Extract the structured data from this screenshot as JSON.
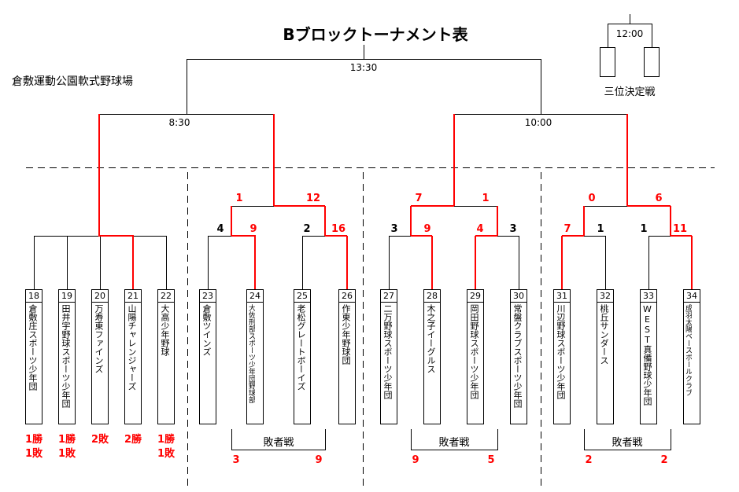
{
  "title": "Bブロックトーナメント表",
  "venue": "倉敷運動公園軟式野球場",
  "third_place": {
    "time": "12:00",
    "label": "三位決定戦"
  },
  "times": {
    "final": "13:30",
    "semi_left": "8:30",
    "semi_right": "10:00"
  },
  "consolation_label": "敗者戦",
  "colors": {
    "winner_path": "#ff0000",
    "line": "#000000"
  },
  "teams": [
    {
      "no": "18",
      "name": "倉敷庄スポーツ少年団",
      "record1": "1勝",
      "record2": "1敗"
    },
    {
      "no": "19",
      "name": "田井宇野球スポーツ少年団",
      "record1": "1勝",
      "record2": "1敗"
    },
    {
      "no": "20",
      "name": "万寿東ファインズ",
      "record1": "2敗",
      "record2": ""
    },
    {
      "no": "21",
      "name": "山陽チャレンジャーズ",
      "record1": "2勝",
      "record2": ""
    },
    {
      "no": "22",
      "name": "大高少年野球",
      "record1": "1勝",
      "record2": "1敗"
    },
    {
      "no": "23",
      "name": "倉敷ツインズ"
    },
    {
      "no": "24",
      "name": "大佐刑部スポーツ少年団野球部"
    },
    {
      "no": "25",
      "name": "老松グレートボーイズ"
    },
    {
      "no": "26",
      "name": "作東少年野球団"
    },
    {
      "no": "27",
      "name": "二万野球スポーツ少年団"
    },
    {
      "no": "28",
      "name": "木之子イーグルス"
    },
    {
      "no": "29",
      "name": "岡田野球スポーツ少年団"
    },
    {
      "no": "30",
      "name": "常盤クラブスポーツ少年団"
    },
    {
      "no": "31",
      "name": "川辺野球スポーツ少年団"
    },
    {
      "no": "32",
      "name": "桃丘サンダース"
    },
    {
      "no": "33",
      "name": "WEST真備野球少年団"
    },
    {
      "no": "34",
      "name": "成羽太陽ベースボールクラブ"
    }
  ],
  "scores": {
    "b_r1": [
      "4",
      "9",
      "2",
      "16"
    ],
    "b_qf": [
      "1",
      "12"
    ],
    "b_consolation": [
      "3",
      "9"
    ],
    "c_r1": [
      "3",
      "9",
      "4",
      "3"
    ],
    "c_qf": [
      "7",
      "1"
    ],
    "c_consolation": [
      "9",
      "5"
    ],
    "d_r1": [
      "7",
      "1",
      "1",
      "11"
    ],
    "d_qf": [
      "0",
      "6"
    ],
    "d_consolation": [
      "2",
      "2"
    ]
  }
}
